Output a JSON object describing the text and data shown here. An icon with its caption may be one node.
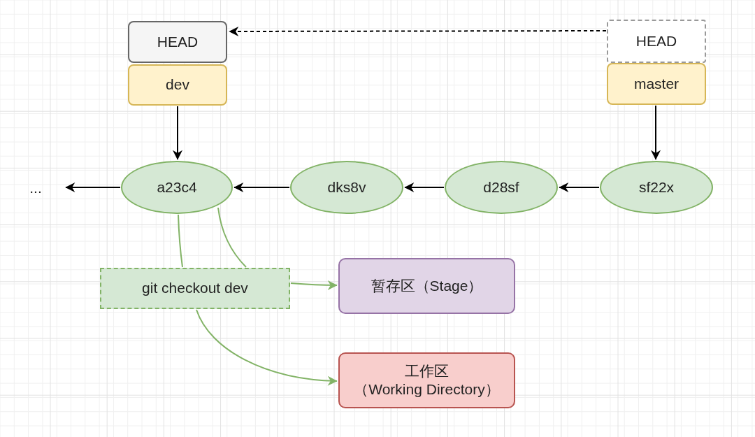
{
  "diagram": {
    "nodes": [
      {
        "text": [
          "HEAD"
        ]
      },
      {
        "text": [
          "dev"
        ]
      },
      {
        "text": [
          "HEAD"
        ]
      },
      {
        "text": [
          "master"
        ]
      },
      {
        "text": [
          "..."
        ]
      },
      {
        "text": [
          "a23c4"
        ]
      },
      {
        "text": [
          "dks8v"
        ]
      },
      {
        "text": [
          "d28sf"
        ]
      },
      {
        "text": [
          "sf22x"
        ]
      },
      {
        "text": [
          "git checkout dev"
        ]
      },
      {
        "text": [
          "暂存区（Stage）"
        ]
      },
      {
        "text": [
          "工作区（Working Directory）"
        ]
      }
    ],
    "edges": [
      {
        "from": 2,
        "to": 0,
        "arrow": "to",
        "style": "dashed"
      },
      {
        "from": 1,
        "to": 5,
        "arrow": "to"
      },
      {
        "from": 3,
        "to": 8,
        "arrow": "to"
      },
      {
        "from": 8,
        "to": 7,
        "arrow": "to"
      },
      {
        "from": 7,
        "to": 6,
        "arrow": "to"
      },
      {
        "from": 6,
        "to": 5,
        "arrow": "to"
      },
      {
        "from": 5,
        "to": 4,
        "arrow": "to"
      },
      {
        "from": 5,
        "to": 9,
        "arrow": "none",
        "color": "#82b366"
      },
      {
        "from": 5,
        "to": 9,
        "arrow": "none",
        "color": "#82b366"
      },
      {
        "from": 9,
        "to": 10,
        "arrow": "to",
        "color": "#82b366"
      },
      {
        "from": 9,
        "to": 11,
        "arrow": "to",
        "color": "#82b366"
      }
    ]
  }
}
